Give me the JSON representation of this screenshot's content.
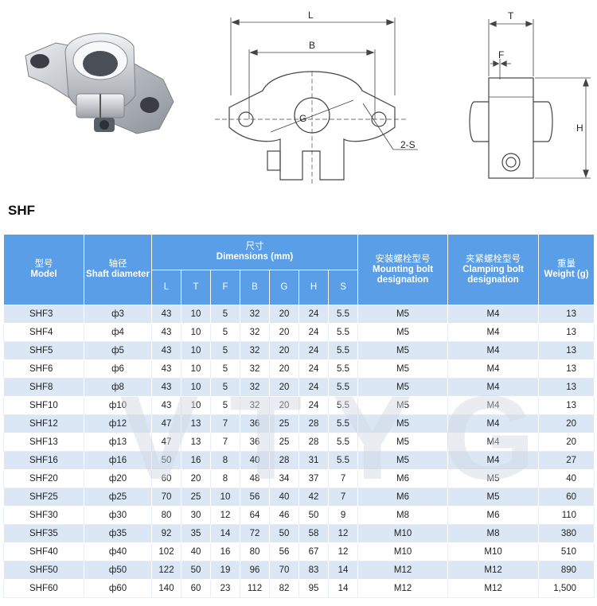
{
  "drawing": {
    "front_labels": {
      "L": "L",
      "B": "B",
      "G": "G",
      "S": "2-S"
    },
    "side_labels": {
      "T": "T",
      "F": "F",
      "H": "H"
    }
  },
  "product": {
    "title": "SHF"
  },
  "watermark": "VTYG",
  "table": {
    "headers": {
      "model_cn": "型号",
      "model_en": "Model",
      "shaft_cn": "轴径",
      "shaft_en": "Shaft diameter",
      "dims_cn": "尺寸",
      "dims_en": "Dimensions (mm)",
      "mount_cn": "安装螺栓型号",
      "mount_en": "Mounting bolt designation",
      "clamp_cn": "夹紧螺栓型号",
      "clamp_en": "Clamping bolt designation",
      "weight_cn": "重量",
      "weight_en": "Weight (g)",
      "dims": [
        "L",
        "T",
        "F",
        "B",
        "G",
        "H",
        "S"
      ]
    },
    "rows": [
      [
        "SHF3",
        "ф3",
        "43",
        "10",
        "5",
        "32",
        "20",
        "24",
        "5.5",
        "M5",
        "M4",
        "13"
      ],
      [
        "SHF4",
        "ф4",
        "43",
        "10",
        "5",
        "32",
        "20",
        "24",
        "5.5",
        "M5",
        "M4",
        "13"
      ],
      [
        "SHF5",
        "ф5",
        "43",
        "10",
        "5",
        "32",
        "20",
        "24",
        "5.5",
        "M5",
        "M4",
        "13"
      ],
      [
        "SHF6",
        "ф6",
        "43",
        "10",
        "5",
        "32",
        "20",
        "24",
        "5.5",
        "M5",
        "M4",
        "13"
      ],
      [
        "SHF8",
        "ф8",
        "43",
        "10",
        "5",
        "32",
        "20",
        "24",
        "5.5",
        "M5",
        "M4",
        "13"
      ],
      [
        "SHF10",
        "ф10",
        "43",
        "10",
        "5",
        "32",
        "20",
        "24",
        "5.5",
        "M5",
        "M4",
        "13"
      ],
      [
        "SHF12",
        "ф12",
        "47",
        "13",
        "7",
        "36",
        "25",
        "28",
        "5.5",
        "M5",
        "M4",
        "20"
      ],
      [
        "SHF13",
        "ф13",
        "47",
        "13",
        "7",
        "36",
        "25",
        "28",
        "5.5",
        "M5",
        "M4",
        "20"
      ],
      [
        "SHF16",
        "ф16",
        "50",
        "16",
        "8",
        "40",
        "28",
        "31",
        "5.5",
        "M5",
        "M4",
        "27"
      ],
      [
        "SHF20",
        "ф20",
        "60",
        "20",
        "8",
        "48",
        "34",
        "37",
        "7",
        "M6",
        "M5",
        "40"
      ],
      [
        "SHF25",
        "ф25",
        "70",
        "25",
        "10",
        "56",
        "40",
        "42",
        "7",
        "M6",
        "M5",
        "60"
      ],
      [
        "SHF30",
        "ф30",
        "80",
        "30",
        "12",
        "64",
        "46",
        "50",
        "9",
        "M8",
        "M6",
        "110"
      ],
      [
        "SHF35",
        "ф35",
        "92",
        "35",
        "14",
        "72",
        "50",
        "58",
        "12",
        "M10",
        "M8",
        "380"
      ],
      [
        "SHF40",
        "ф40",
        "102",
        "40",
        "16",
        "80",
        "56",
        "67",
        "12",
        "M10",
        "M10",
        "510"
      ],
      [
        "SHF50",
        "ф50",
        "122",
        "50",
        "19",
        "96",
        "70",
        "83",
        "14",
        "M12",
        "M12",
        "890"
      ],
      [
        "SHF60",
        "ф60",
        "140",
        "60",
        "23",
        "112",
        "82",
        "95",
        "14",
        "M12",
        "M12",
        "1,500"
      ]
    ]
  }
}
